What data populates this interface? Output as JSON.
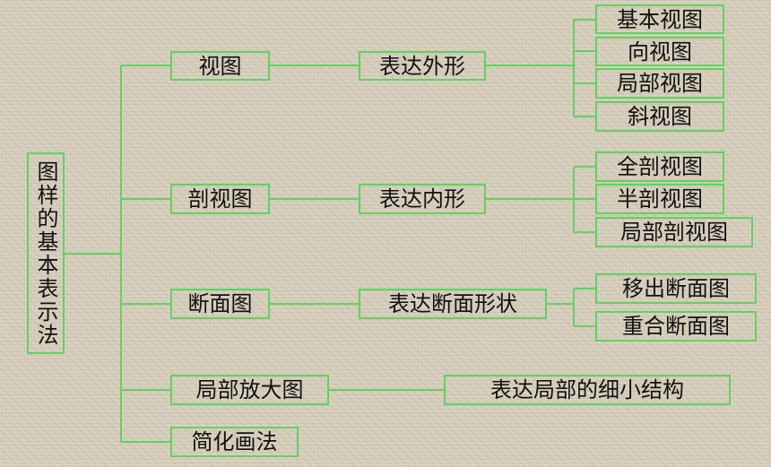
{
  "line_color": "#5fd35f",
  "root": {
    "label": "图样的基本表示法"
  },
  "branches": [
    {
      "label": "视图",
      "purpose": "表达外形",
      "children": [
        "基本视图",
        "向视图",
        "局部视图",
        "斜视图"
      ]
    },
    {
      "label": "剖视图",
      "purpose": "表达内形",
      "children": [
        "全剖视图",
        "半剖视图",
        "局部剖视图"
      ]
    },
    {
      "label": "断面图",
      "purpose": "表达断面形状",
      "children": [
        "移出断面图",
        "重合断面图"
      ]
    },
    {
      "label": "局部放大图",
      "purpose": "表达局部的细小结构",
      "children": []
    },
    {
      "label": "简化画法",
      "purpose": "",
      "children": []
    }
  ]
}
